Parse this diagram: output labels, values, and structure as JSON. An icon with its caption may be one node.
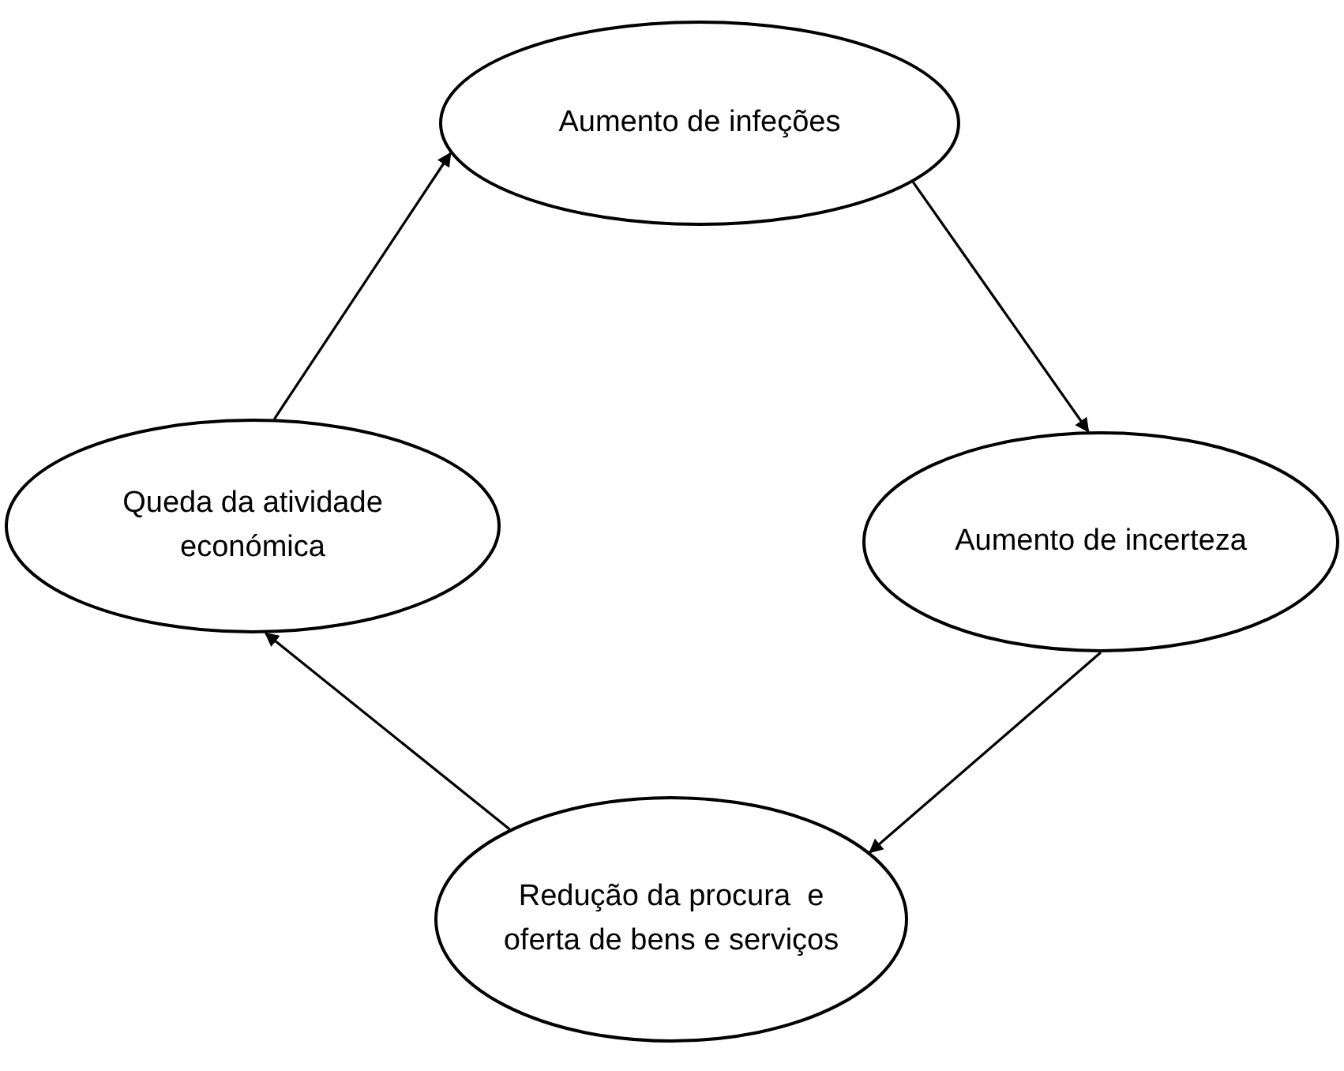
{
  "diagram": {
    "nodes": [
      {
        "text": [
          "Aumento de infeções"
        ]
      },
      {
        "text": [
          "Aumento de incerteza"
        ]
      },
      {
        "text": [
          "Redução da procura  e oferta de bens e serviços"
        ]
      },
      {
        "text": [
          "Queda da atividade económica"
        ]
      }
    ],
    "edges": [
      {
        "from": 3,
        "to": 0,
        "arrow": "to"
      },
      {
        "from": 0,
        "to": 1,
        "arrow": "to"
      },
      {
        "from": 1,
        "to": 2,
        "arrow": "to"
      },
      {
        "from": 2,
        "to": 3,
        "arrow": "to"
      }
    ]
  }
}
